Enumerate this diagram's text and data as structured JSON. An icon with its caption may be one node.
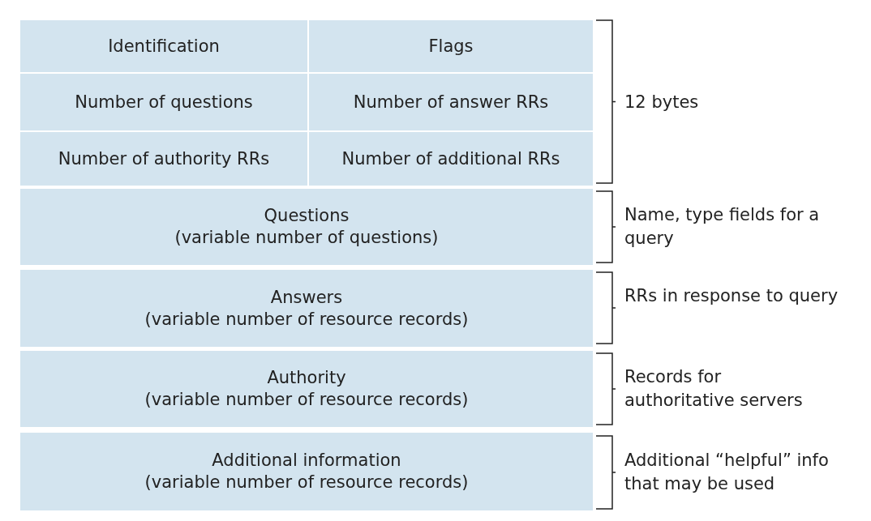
{
  "diagram": {
    "nodes": [
      {
        "text": [
          "Identification"
        ]
      },
      {
        "text": [
          "Flags"
        ]
      },
      {
        "text": [
          "Number of questions"
        ]
      },
      {
        "text": [
          "Number of answer RRs"
        ]
      },
      {
        "text": [
          "Number of authority RRs"
        ]
      },
      {
        "text": [
          "Number of additional RRs"
        ]
      },
      {
        "text": [
          "Questions",
          "(variable number of questions)"
        ]
      },
      {
        "text": [
          "Answers",
          "(variable number of resource records)"
        ]
      },
      {
        "text": [
          "Authority",
          "(variable number of resource records)"
        ]
      },
      {
        "text": [
          "Additional information",
          "(variable number of resource records)"
        ]
      }
    ],
    "labels": [
      "12 bytes",
      "Name, type fields for a query",
      "RRs in response to query",
      "Records for authoritative servers",
      "Additional “helpful” info that may be used"
    ]
  }
}
